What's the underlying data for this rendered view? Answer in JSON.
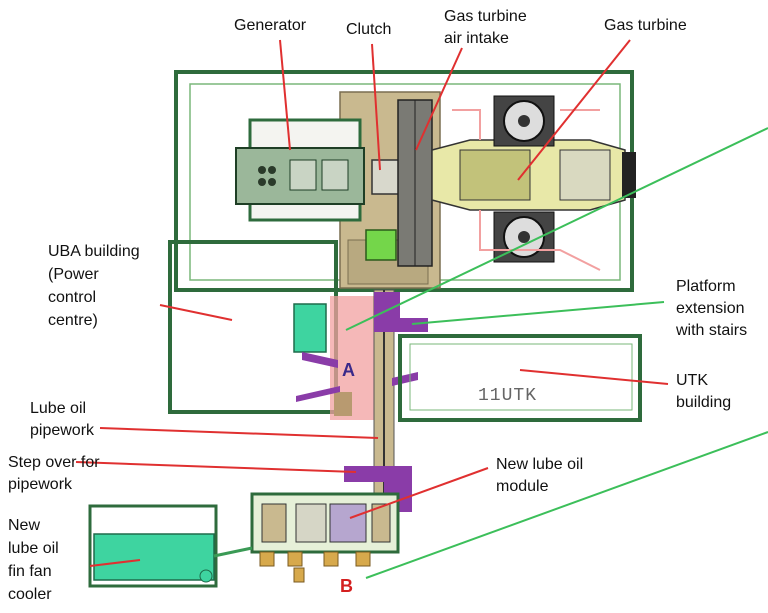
{
  "labels": {
    "generator": "Generator",
    "clutch": "Clutch",
    "gas_turbine_air_intake": "Gas turbine\nair intake",
    "gas_turbine": "Gas turbine",
    "uba_building": "UBA building\n(Power\ncontrol\ncentre)",
    "platform_extension": "Platform\nextension\nwith stairs",
    "utk_building": "UTK\nbuilding",
    "lube_oil_pipework": "Lube oil\npipework",
    "step_over": "Step over for\npipework",
    "new_lube_oil_module": "New lube oil\nmodule",
    "new_lube_oil_cooler": "New\nlube oil\nfin fan\ncooler",
    "plan_utk": "11UTK"
  },
  "markers": {
    "a": "A",
    "b": "B"
  },
  "colors": {
    "wall_green": "#2e6b3c",
    "pipe_green": "#3a9a55",
    "cooler_fill": "#3ed4a0",
    "platform_purple": "#8a3ca8",
    "highlight_pink": "#f2a0a0",
    "leader_red": "#e03030",
    "leader_green": "#3cbf5a",
    "marker_a": "#3a2a8a",
    "marker_b": "#d42020",
    "equipment_gray": "#8a8a80",
    "tan": "#c9b98f"
  }
}
